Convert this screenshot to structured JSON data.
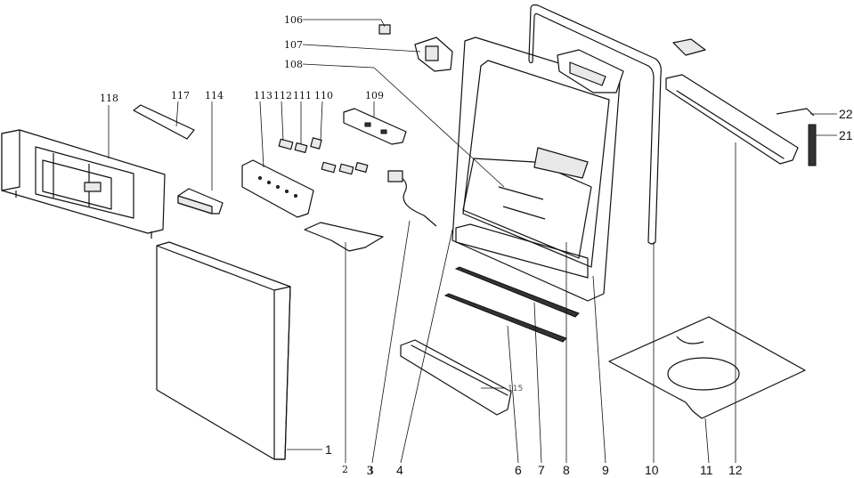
{
  "callouts": {
    "c1": "1",
    "c2": "2",
    "c3": "3",
    "c4": "4",
    "c6": "6",
    "c7": "7",
    "c8": "8",
    "c9": "9",
    "c10": "10",
    "c11": "11",
    "c12": "12",
    "c21": "21",
    "c22": "22",
    "c106": "106",
    "c107": "107",
    "c108": "108",
    "c109": "109",
    "c110": "110",
    "c111": "111",
    "c112": "112",
    "c113": "113",
    "c114": "114",
    "c115": "115",
    "c117": "117",
    "c118": "118"
  }
}
